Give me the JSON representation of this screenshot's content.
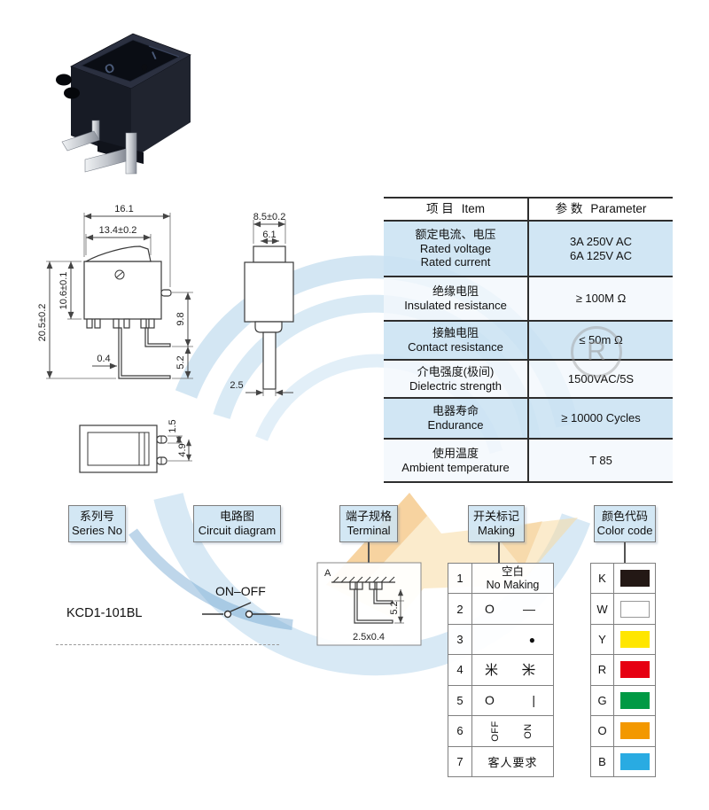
{
  "product": {
    "mark_off": "O",
    "mark_on": "I"
  },
  "drawings": {
    "front": {
      "w_total": "16.1",
      "w_rocker": "13.4±0.2",
      "h_total": "20.5±0.2",
      "h_body": "10.6±0.1",
      "pin_right": "9.8",
      "pin_lower": "5.2",
      "pin_thick": "0.4"
    },
    "side": {
      "w_top": "8.5±0.2",
      "w_rocker": "6.1",
      "stem_w": "2.5"
    },
    "bottom": {
      "pin_h": "1.5",
      "pin_pitch": "4.9"
    },
    "terminal": {
      "corner": "A",
      "length": "5.2",
      "size": "2.5x0.4"
    }
  },
  "spec_table": {
    "header": {
      "item_cn": "项 目",
      "item_en": "Item",
      "param_cn": "参 数",
      "param_en": "Parameter"
    },
    "rows": [
      {
        "cn": "额定电流、电压",
        "en1": "Rated voltage",
        "en2": "Rated current",
        "v1": "3A 250V AC",
        "v2": "6A 125V AC"
      },
      {
        "cn": "绝缘电阻",
        "en1": "Insulated resistance",
        "v1": "≥ 100M Ω"
      },
      {
        "cn": "接触电阻",
        "en1": "Contact resistance",
        "v1": "≤ 50m Ω"
      },
      {
        "cn": "介电强度(极间)",
        "en1": "Dielectric strength",
        "v1": "1500VAC/5S"
      },
      {
        "cn": "电器寿命",
        "en1": "Endurance",
        "v1": "≥ 10000 Cycles"
      },
      {
        "cn": "使用温度",
        "en1": "Ambient temperature",
        "v1": "T 85"
      }
    ]
  },
  "reg_mark": "R",
  "sections": {
    "series": {
      "cn": "系列号",
      "en": "Series No"
    },
    "circuit": {
      "cn": "电路图",
      "en": "Circuit diagram"
    },
    "terminal": {
      "cn": "端子规格",
      "en": "Terminal"
    },
    "making": {
      "cn": "开关标记",
      "en": "Making"
    },
    "color": {
      "cn": "颜色代码",
      "en": "Color code"
    }
  },
  "series_model": "KCD1-101BL",
  "circuit_label": "ON–OFF",
  "making_table": {
    "rows": [
      {
        "no": "1",
        "cn": "空白",
        "en": "No Making"
      },
      {
        "no": "2",
        "left": "O",
        "right": "—"
      },
      {
        "no": "3",
        "left": "",
        "right": "●"
      },
      {
        "no": "4",
        "left": "米",
        "right": "米"
      },
      {
        "no": "5",
        "left": "O",
        "right": "|"
      },
      {
        "no": "6",
        "left": "OFF",
        "right": "ON"
      },
      {
        "no": "7",
        "text": "客人要求"
      }
    ]
  },
  "color_table": {
    "rows": [
      {
        "code": "K",
        "color": "#231815",
        "border": "#231815"
      },
      {
        "code": "W",
        "color": "#ffffff",
        "border": "#999999"
      },
      {
        "code": "Y",
        "color": "#ffe600",
        "border": "#ffe600"
      },
      {
        "code": "R",
        "color": "#e60012",
        "border": "#e60012"
      },
      {
        "code": "G",
        "color": "#009944",
        "border": "#009944"
      },
      {
        "code": "O",
        "color": "#f39800",
        "border": "#f39800"
      },
      {
        "code": "B",
        "color": "#29abe2",
        "border": "#29abe2"
      }
    ]
  }
}
